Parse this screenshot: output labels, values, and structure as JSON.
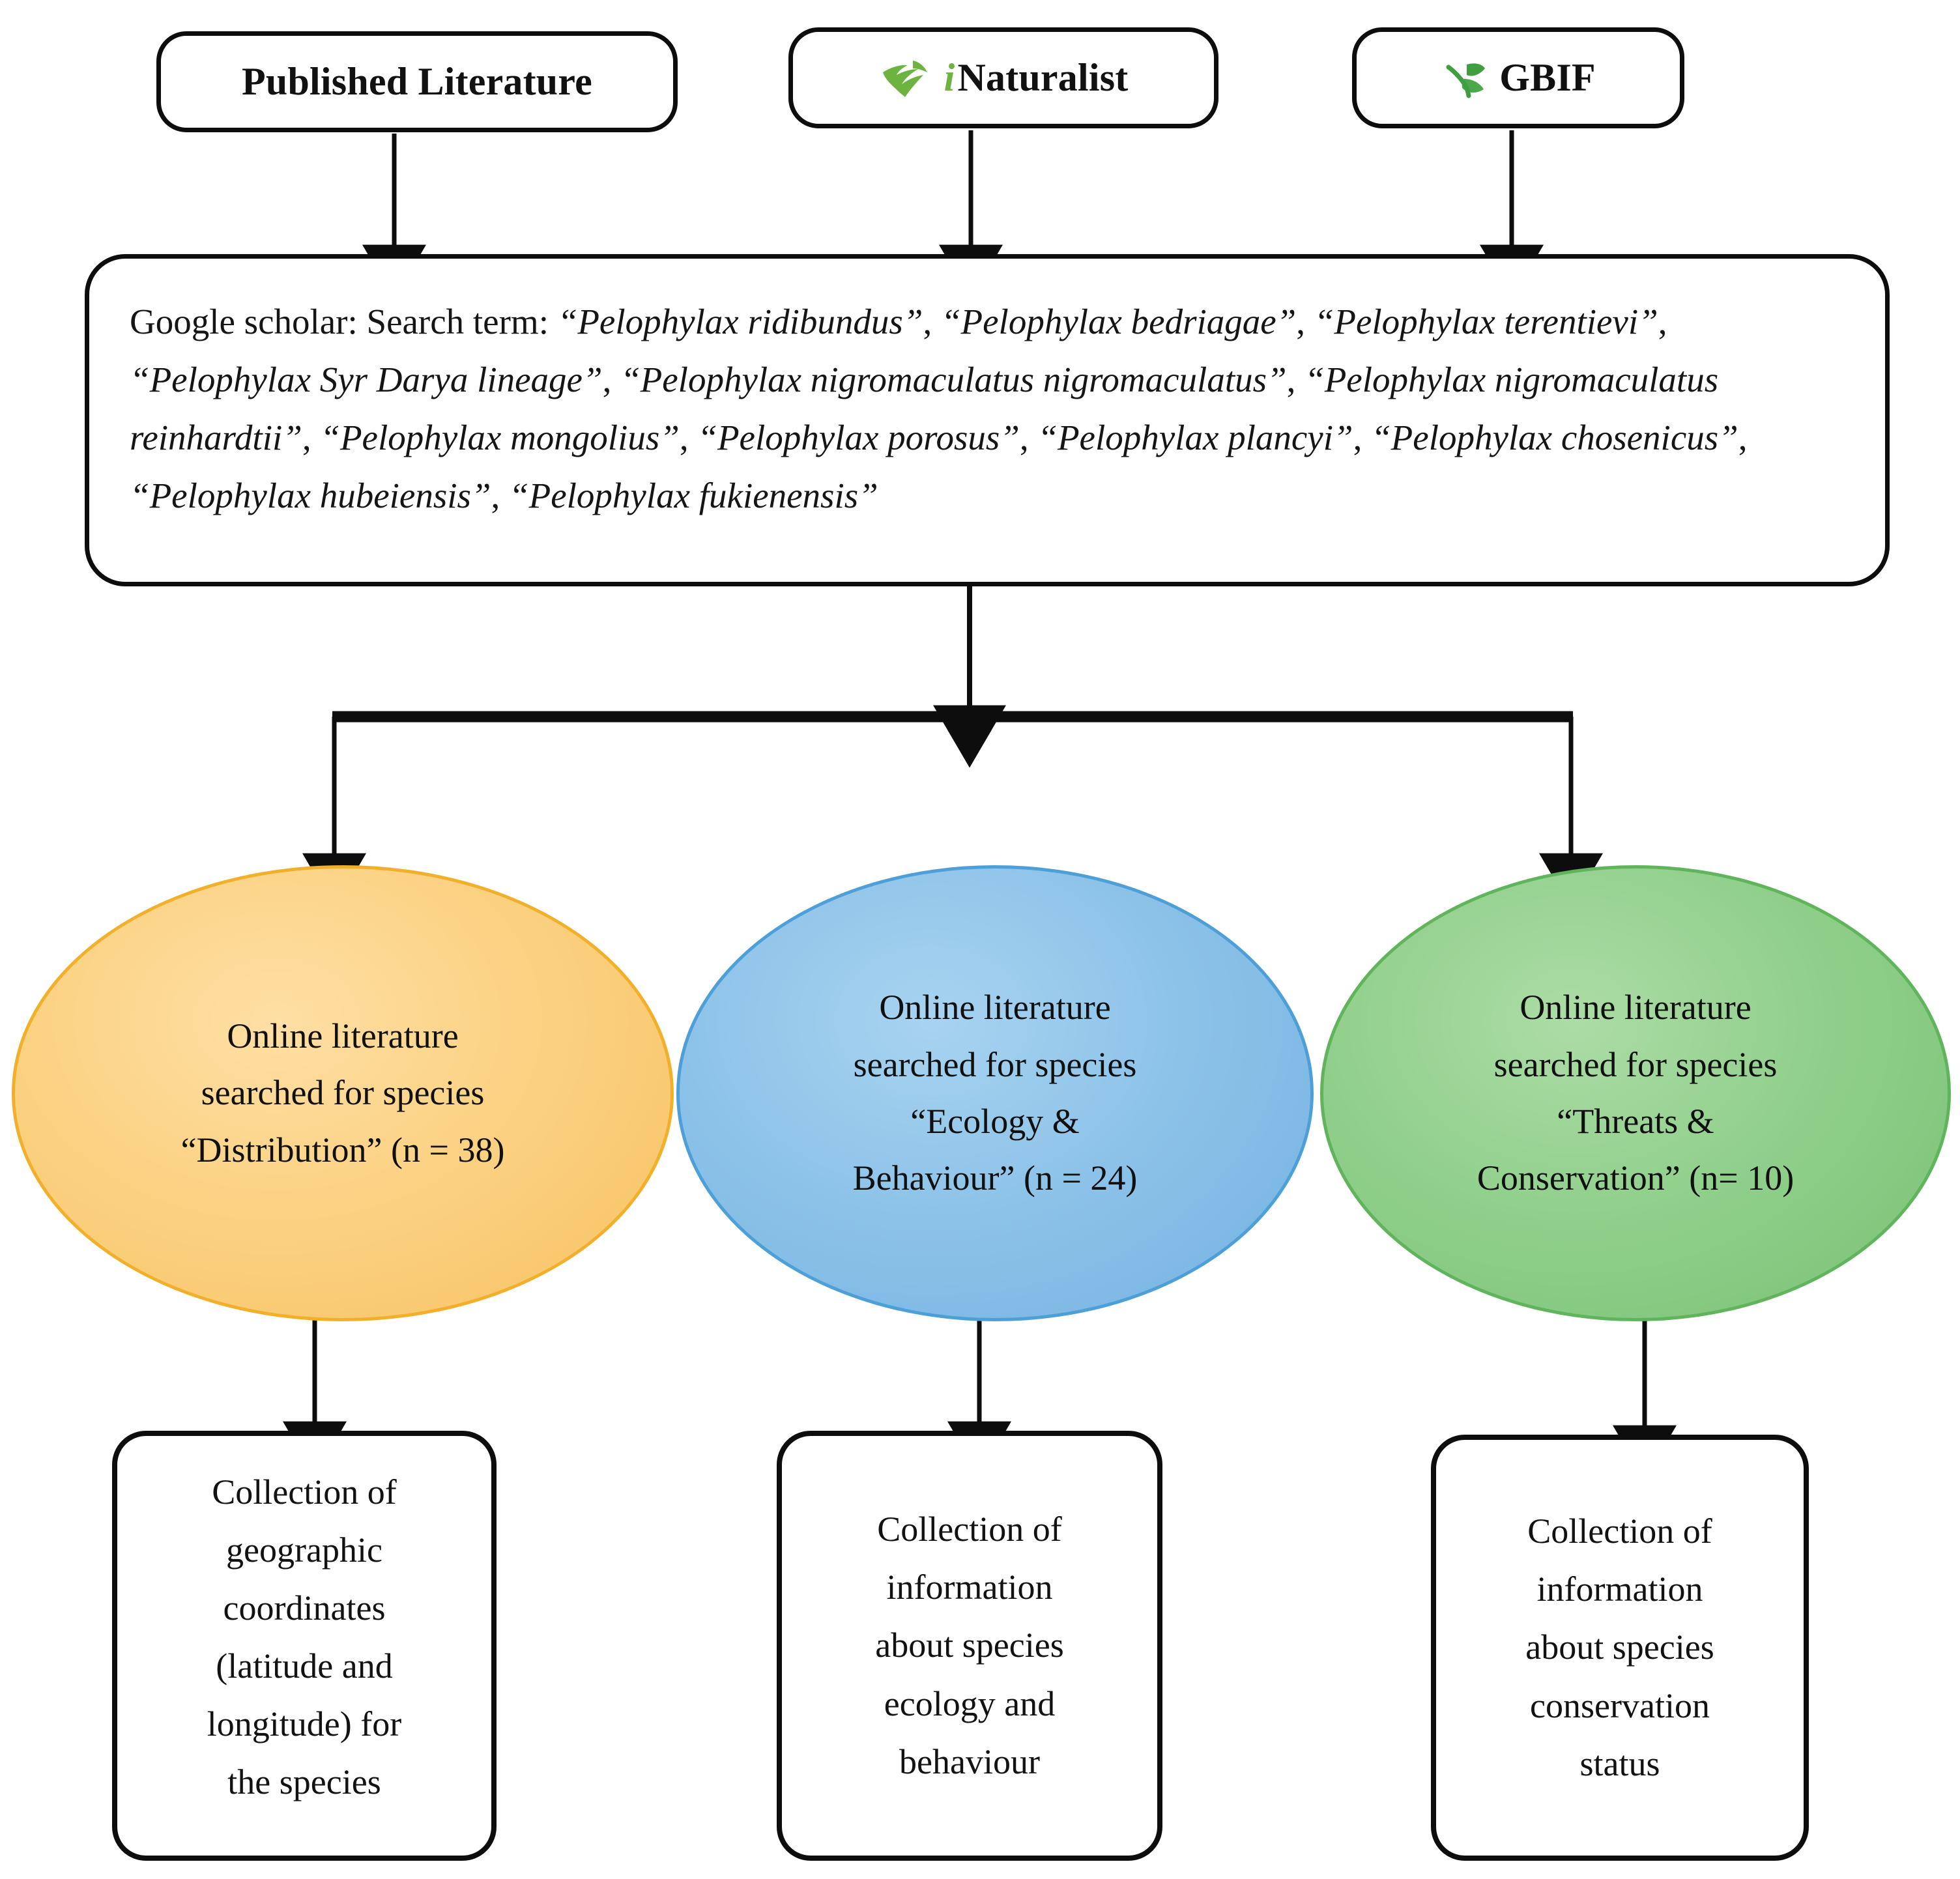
{
  "sources": [
    {
      "id": "published-literature",
      "label": "Published Literature",
      "icon": "none"
    },
    {
      "id": "inaturalist",
      "label": "Naturalist",
      "prefix": "i",
      "icon": "bird-icon"
    },
    {
      "id": "gbif",
      "label": "GBIF",
      "icon": "sprout-icon"
    }
  ],
  "search_box": {
    "lead": "Google scholar: Search term:",
    "terms": [
      "“Pelophylax ridibundus”",
      "“Pelophylax bedriagae”",
      "“Pelophylax terentievi”",
      "“Pelophylax Syr Darya lineage”",
      "“Pelophylax nigromaculatus nigromaculatus”",
      "“Pelophylax nigromaculatus reinhardtii”",
      "“Pelophylax mongolius”",
      "“Pelophylax porosus”",
      "“Pelophylax plancyi”",
      "“Pelophylax chosenicus”",
      "“Pelophylax hubeiensis”",
      "“Pelophylax fukienensis”"
    ]
  },
  "branches": [
    {
      "id": "distribution",
      "color": "#FBD181",
      "border": "#F2B02A",
      "lines": [
        "Online literature",
        "searched for species",
        "“Distribution” (n = 38)"
      ],
      "topic": "Distribution",
      "count": 38
    },
    {
      "id": "ecology",
      "color": "#8CC2E8",
      "border": "#4D9FD8",
      "lines": [
        "Online literature",
        "searched for species",
        "“Ecology &",
        "Behaviour” (n = 24)"
      ],
      "topic": "Ecology & Behaviour",
      "count": 24
    },
    {
      "id": "threats",
      "color": "#90CF8B",
      "border": "#5FB45C",
      "lines": [
        "Online literature",
        "searched for species",
        "“Threats &",
        "Conservation” (n= 10)"
      ],
      "topic": "Threats & Conservation",
      "count": 10
    }
  ],
  "outputs": [
    {
      "id": "coordinates",
      "lines": [
        "Collection of",
        "geographic",
        "coordinates",
        "(latitude and",
        "longitude) for",
        "the species"
      ]
    },
    {
      "id": "ecology-info",
      "lines": [
        "Collection of",
        "information",
        "about species",
        "ecology and",
        "behaviour"
      ]
    },
    {
      "id": "conservation-info",
      "lines": [
        "Collection of",
        "information",
        "about species",
        "conservation",
        "status"
      ]
    }
  ],
  "colors": {
    "stroke": "#0d0d0d",
    "background": "#ffffff",
    "inaturalist_green": "#6DB33F",
    "gbif_green": "#4CA64C"
  }
}
